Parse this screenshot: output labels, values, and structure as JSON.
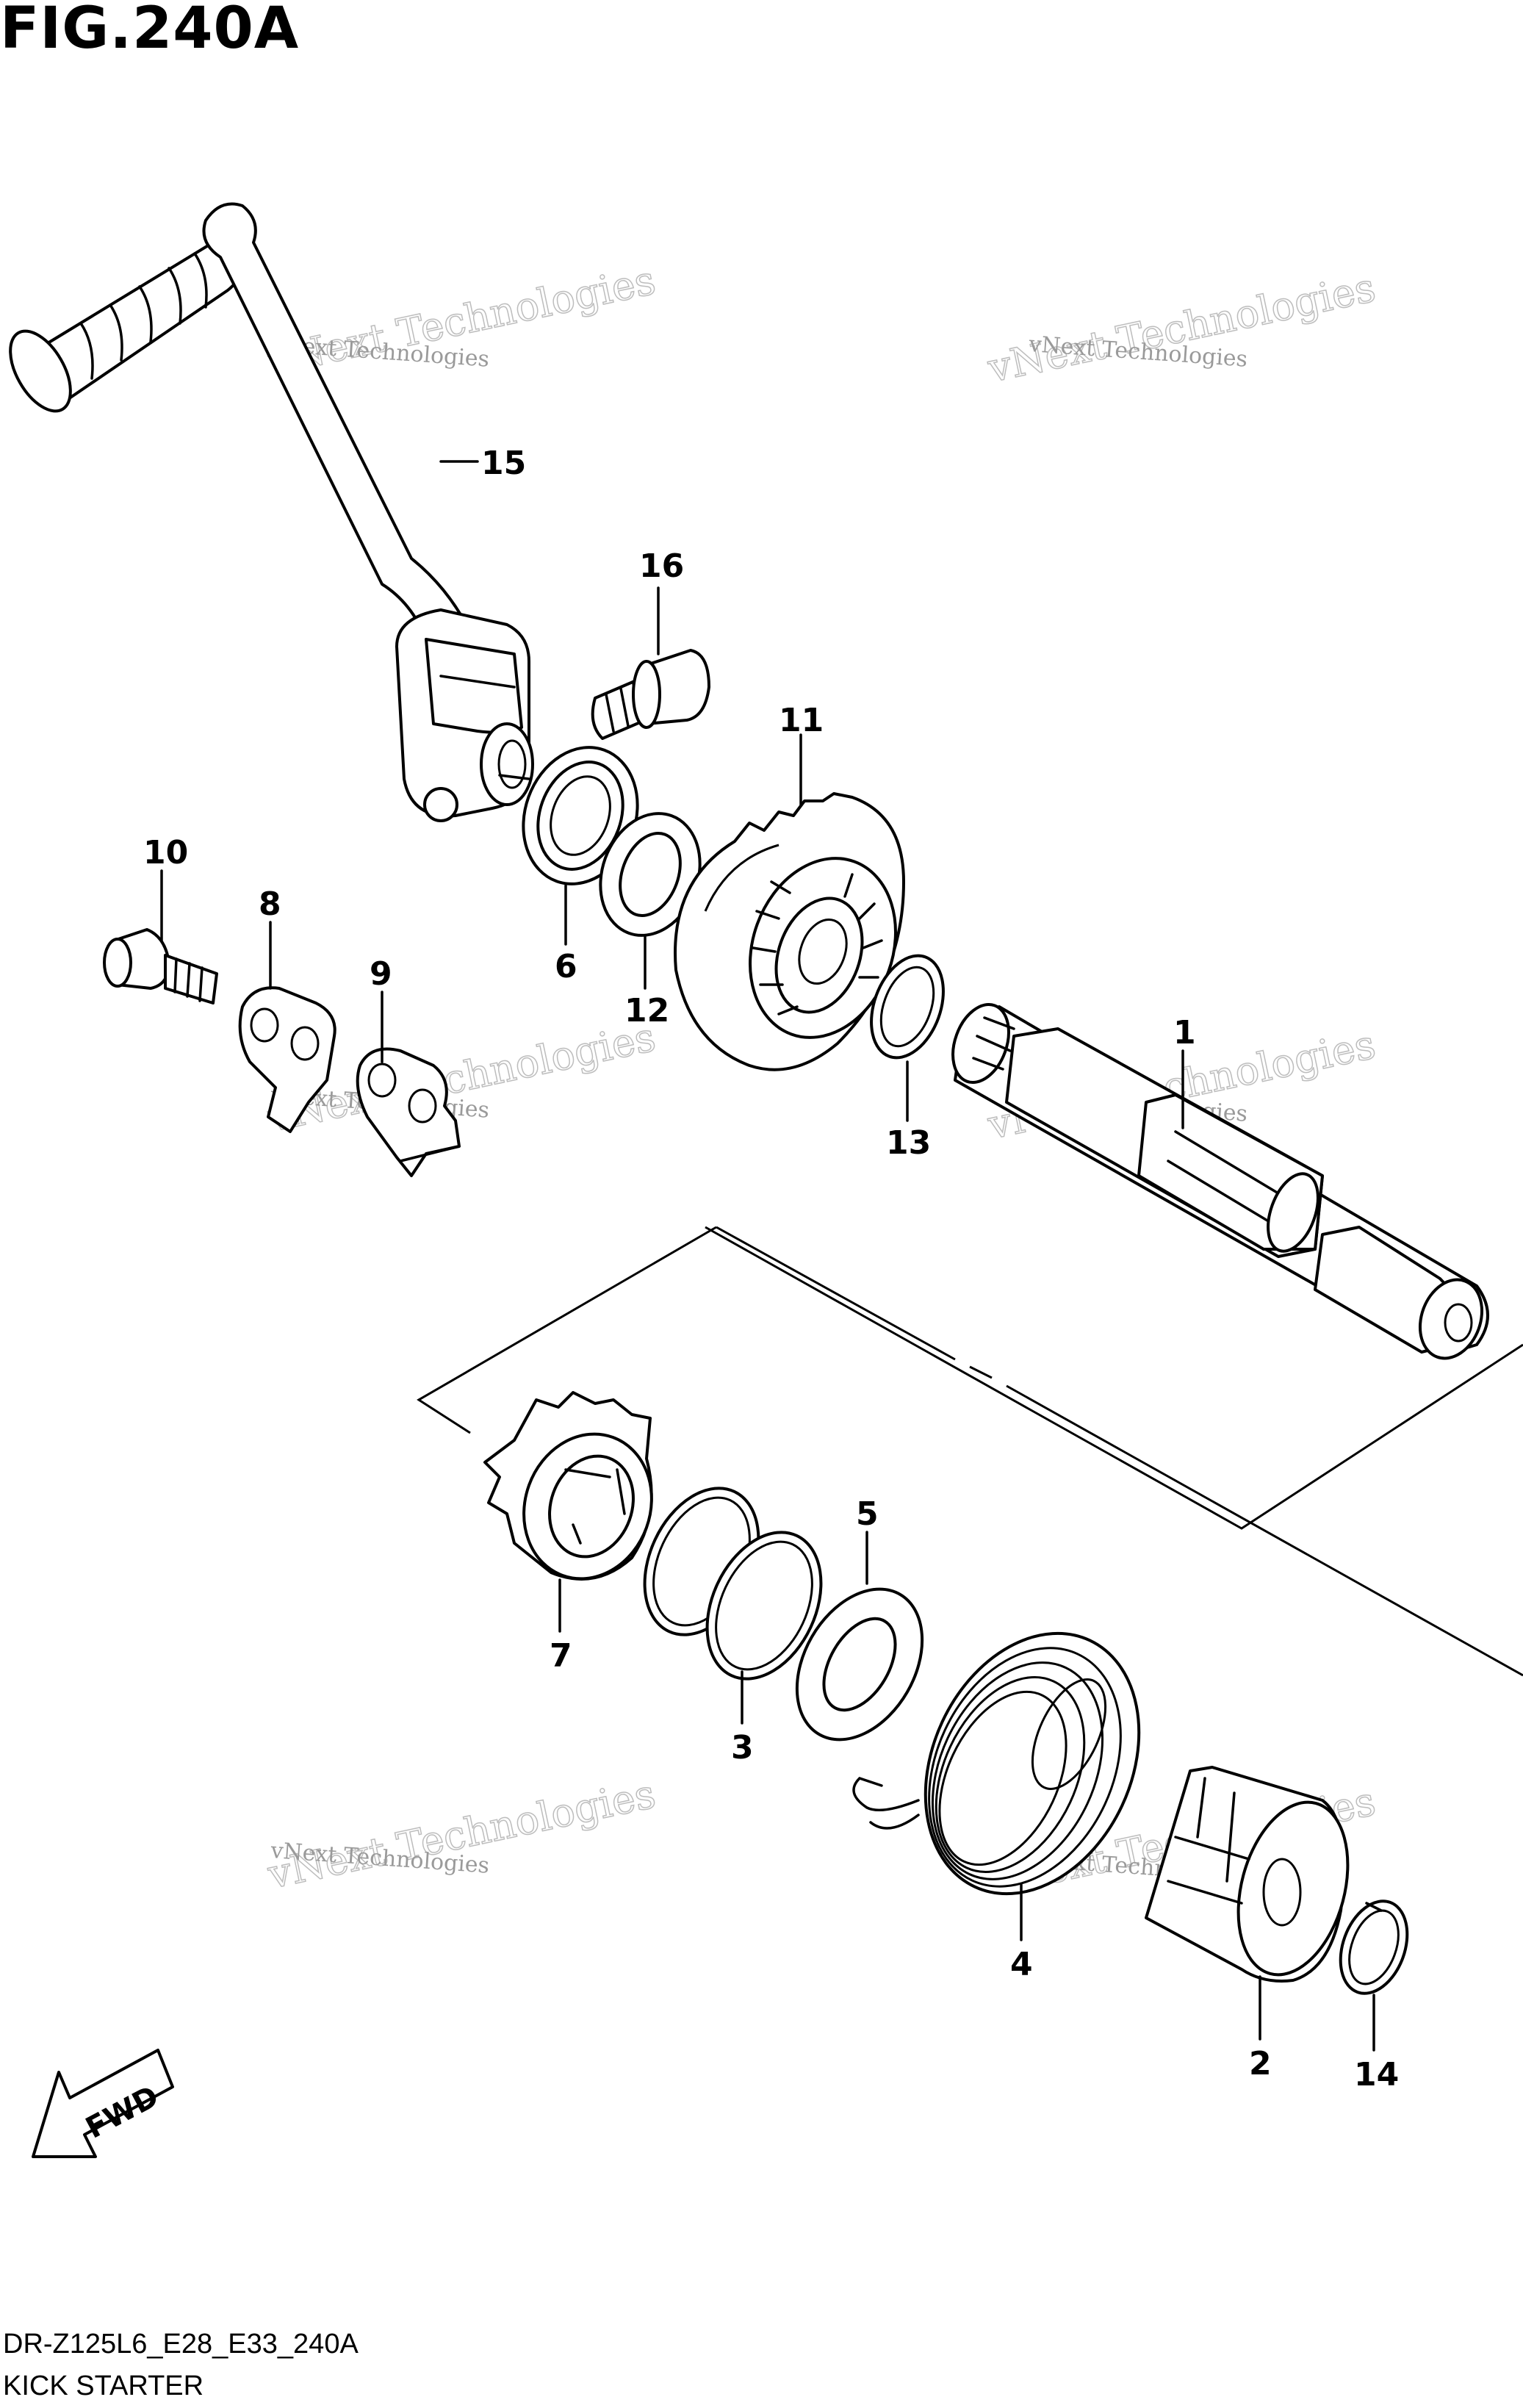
{
  "figure": {
    "title": "FIG.240A",
    "code": "DR-Z125L6_E28_E33_240A",
    "name": "KICK STARTER"
  },
  "direction_label": "FWD",
  "watermark": {
    "line1": "vNext Technologies",
    "line2": "vNext Technologies"
  },
  "callouts": [
    "1",
    "2",
    "3",
    "4",
    "5",
    "6",
    "7",
    "8",
    "9",
    "10",
    "11",
    "12",
    "13",
    "14",
    "15",
    "16"
  ]
}
